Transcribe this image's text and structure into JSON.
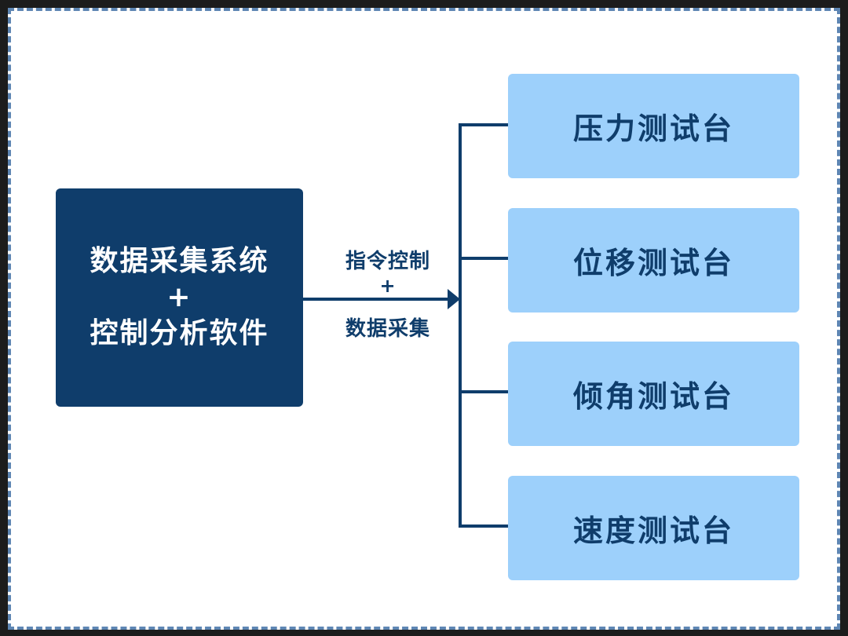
{
  "system": {
    "line1": "数据采集系统",
    "plus": "+",
    "line2": "控制分析软件"
  },
  "arrow": {
    "line1": "指令控制",
    "plus": "+",
    "line2": "数据采集"
  },
  "stations": [
    {
      "label": "压力测试台"
    },
    {
      "label": "位移测试台"
    },
    {
      "label": "倾角测试台"
    },
    {
      "label": "速度测试台"
    }
  ],
  "colors": {
    "dark_box": "#0f3d6b",
    "light_box": "#9dd0fb",
    "border": "#5e86b3"
  }
}
